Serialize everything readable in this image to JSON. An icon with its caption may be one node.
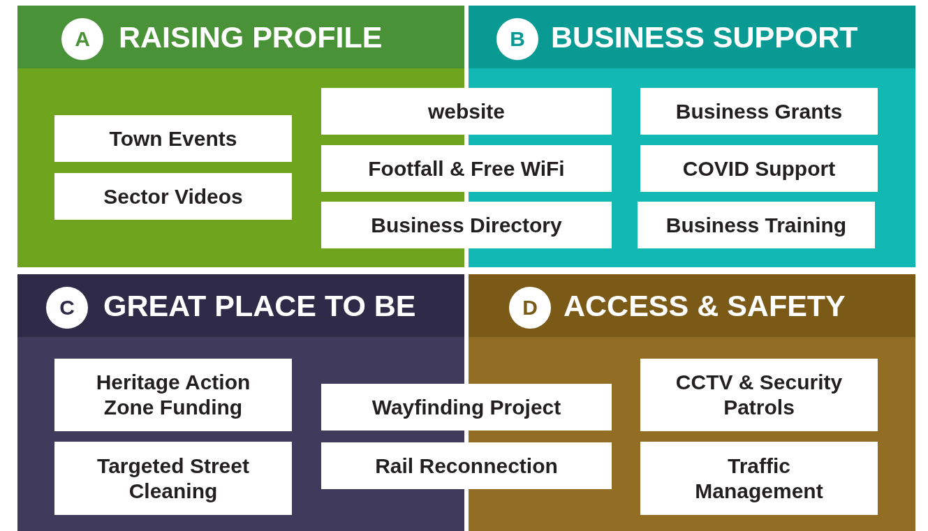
{
  "diagram": {
    "nodes": [
      {
        "text": [
          "RAISING PROFILE"
        ]
      },
      {
        "text": [
          "A"
        ],
        "in": 0
      },
      {
        "text": [
          "Town Events"
        ],
        "in": 0
      },
      {
        "text": [
          "Sector Videos"
        ],
        "in": 0
      },
      {
        "text": [
          "website"
        ]
      },
      {
        "text": [
          "Footfall & Free WiFi"
        ]
      },
      {
        "text": [
          "Business Directory"
        ]
      },
      {
        "text": [
          "BUSINESS SUPPORT"
        ]
      },
      {
        "text": [
          "B"
        ],
        "in": 7
      },
      {
        "text": [
          "Business Grants"
        ],
        "in": 7
      },
      {
        "text": [
          "COVID Support"
        ],
        "in": 7
      },
      {
        "text": [
          "Business Training"
        ],
        "in": 7
      },
      {
        "text": [
          "GREAT PLACE TO BE"
        ]
      },
      {
        "text": [
          "C"
        ],
        "in": 12
      },
      {
        "text": [
          "Heritage Action Zone Funding"
        ],
        "in": 12
      },
      {
        "text": [
          "Targeted Street Cleaning"
        ],
        "in": 12
      },
      {
        "text": [
          "Wayfinding Project"
        ]
      },
      {
        "text": [
          "Rail Reconnection"
        ]
      },
      {
        "text": [
          "ACCESS & SAFETY"
        ]
      },
      {
        "text": [
          "D"
        ],
        "in": 18
      },
      {
        "text": [
          "CCTV & Security Patrols"
        ],
        "in": 18
      },
      {
        "text": [
          "Traffic Management"
        ],
        "in": 18
      }
    ]
  }
}
